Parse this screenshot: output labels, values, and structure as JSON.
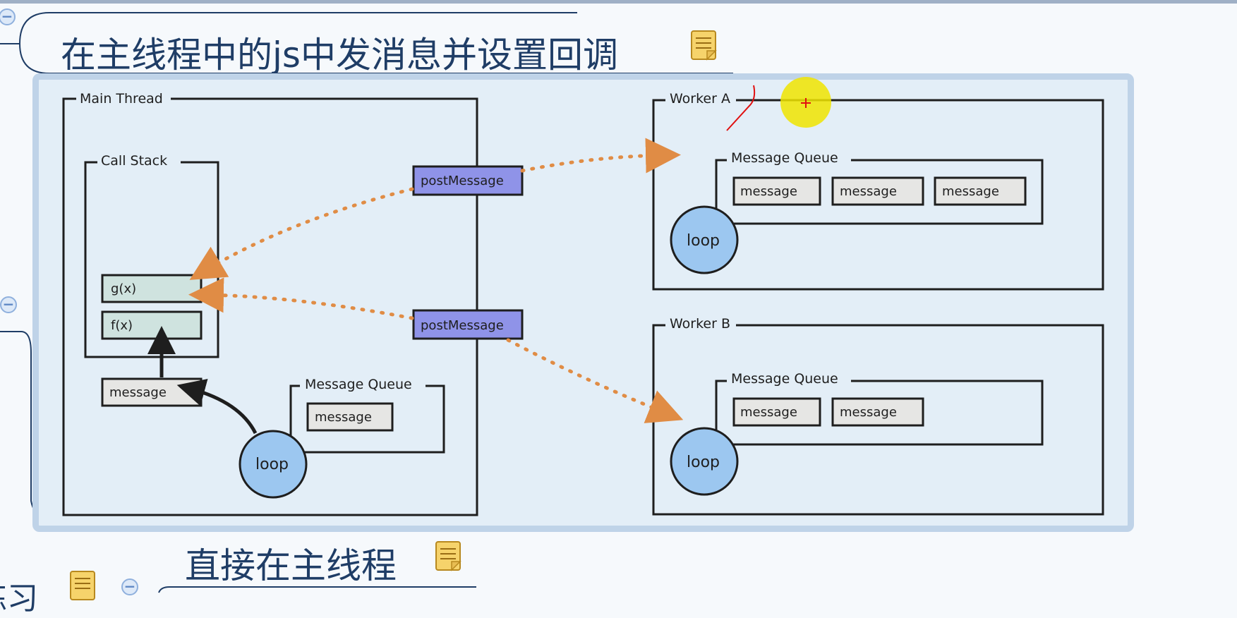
{
  "mindmap": {
    "main_topic": "在主线程中的js中发消息并设置回调",
    "sub_topic": "直接在主线程",
    "partial_left_topic": "练习"
  },
  "diagram": {
    "main_thread": {
      "title": "Main Thread",
      "call_stack_title": "Call Stack",
      "stack_frames": [
        "g(x)",
        "f(x)"
      ],
      "current_message": "message",
      "queue_title": "Message Queue",
      "queue_messages": [
        "message"
      ],
      "loop_label": "loop"
    },
    "post_message_labels": [
      "postMessage",
      "postMessage"
    ],
    "worker_a": {
      "title": "Worker A",
      "queue_title": "Message Queue",
      "queue_messages": [
        "message",
        "message",
        "message"
      ],
      "loop_label": "loop"
    },
    "worker_b": {
      "title": "Worker B",
      "queue_title": "Message Queue",
      "queue_messages": [
        "message",
        "message"
      ],
      "loop_label": "loop"
    }
  },
  "colors": {
    "arrow_dotted": "#e08c45",
    "loop_fill": "#9cc7f0",
    "post_message_fill": "#8f93e8",
    "stack_frame_fill": "#cfe3df",
    "message_fill": "#e6e6e4",
    "cursor_highlight": "#f0e400",
    "annotation_red": "#e01010"
  },
  "icons": [
    "collapse-icon",
    "note-icon"
  ]
}
